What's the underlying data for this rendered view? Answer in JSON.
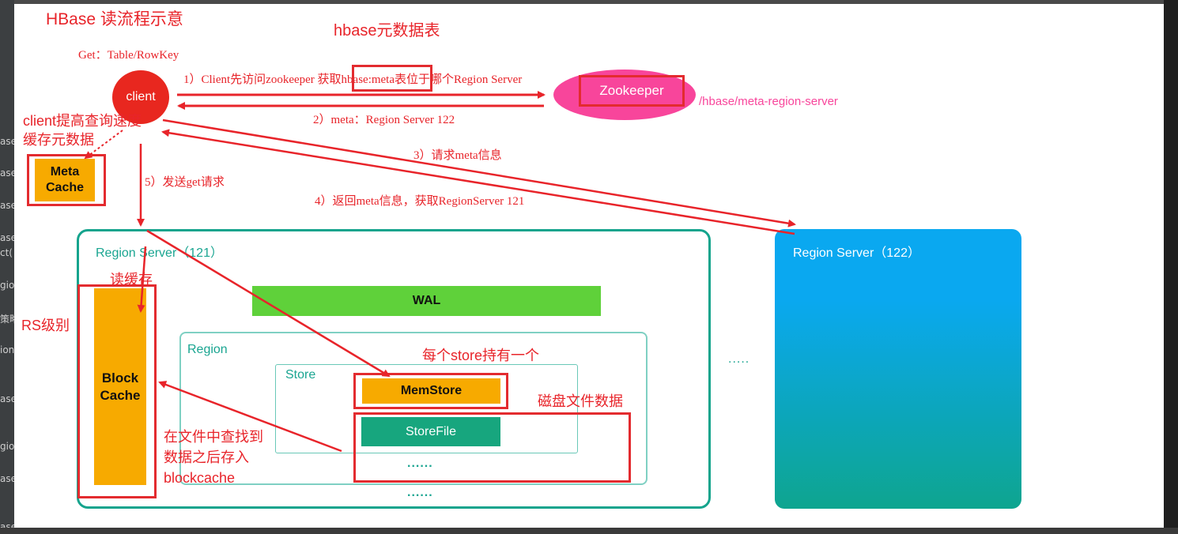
{
  "title": "HBase 读流程示意",
  "meta_table_label": "hbase元数据表",
  "get_label": "Get：Table/RowKey",
  "client_label": "client",
  "zookeeper_label": "Zookeeper",
  "zk_path": "/hbase/meta-region-server",
  "step1": "1）Client先访问zookeeper 获取hbase:meta表位于哪个Region Server",
  "step2": "2）meta：Region Server 122",
  "step3": "3）请求meta信息",
  "step4": "4）返回meta信息，获取RegionServer 121",
  "step5": "5）发送get请求",
  "client_cache_note_line1": "client提高查询速度",
  "client_cache_note_line2": "缓存元数据",
  "meta_cache_label_line1": "Meta",
  "meta_cache_label_line2": "Cache",
  "rs121_label": "Region Server（121）",
  "rs122_label": "Region Server（122）",
  "read_cache_label": "读缓存",
  "rs_level_label": "RS级别",
  "wal_label": "WAL",
  "region_label": "Region",
  "store_label": "Store",
  "per_store_label": "每个store持有一个",
  "memstore_label": "MemStore",
  "disk_data_label": "磁盘文件数据",
  "storefile_label": "StoreFile",
  "block_cache_line1": "Block",
  "block_cache_line2": "Cache",
  "find_note_line1": "在文件中查找到",
  "find_note_line2": "数据之后存入",
  "find_note_line3": "blockcache",
  "ellipsis_storefile": "......",
  "ellipsis_region": "......",
  "ellipsis_rs": ".....",
  "background_left_fragments": [
    "ase",
    "ase",
    "ase",
    "ase",
    "ct(",
    "gio",
    "策略",
    "ion",
    "ase",
    "gio",
    "ase",
    "ase"
  ],
  "colors": {
    "red": "#e8242a",
    "teal": "#15a48d",
    "orange": "#f7aa00",
    "green": "#5fd13a",
    "storefile": "#17a67e",
    "client_fill": "#e8271f",
    "zookeeper_fill": "#f8459b",
    "rs122_top": "#0aa8f0",
    "rs122_bottom": "#0ea58f"
  }
}
